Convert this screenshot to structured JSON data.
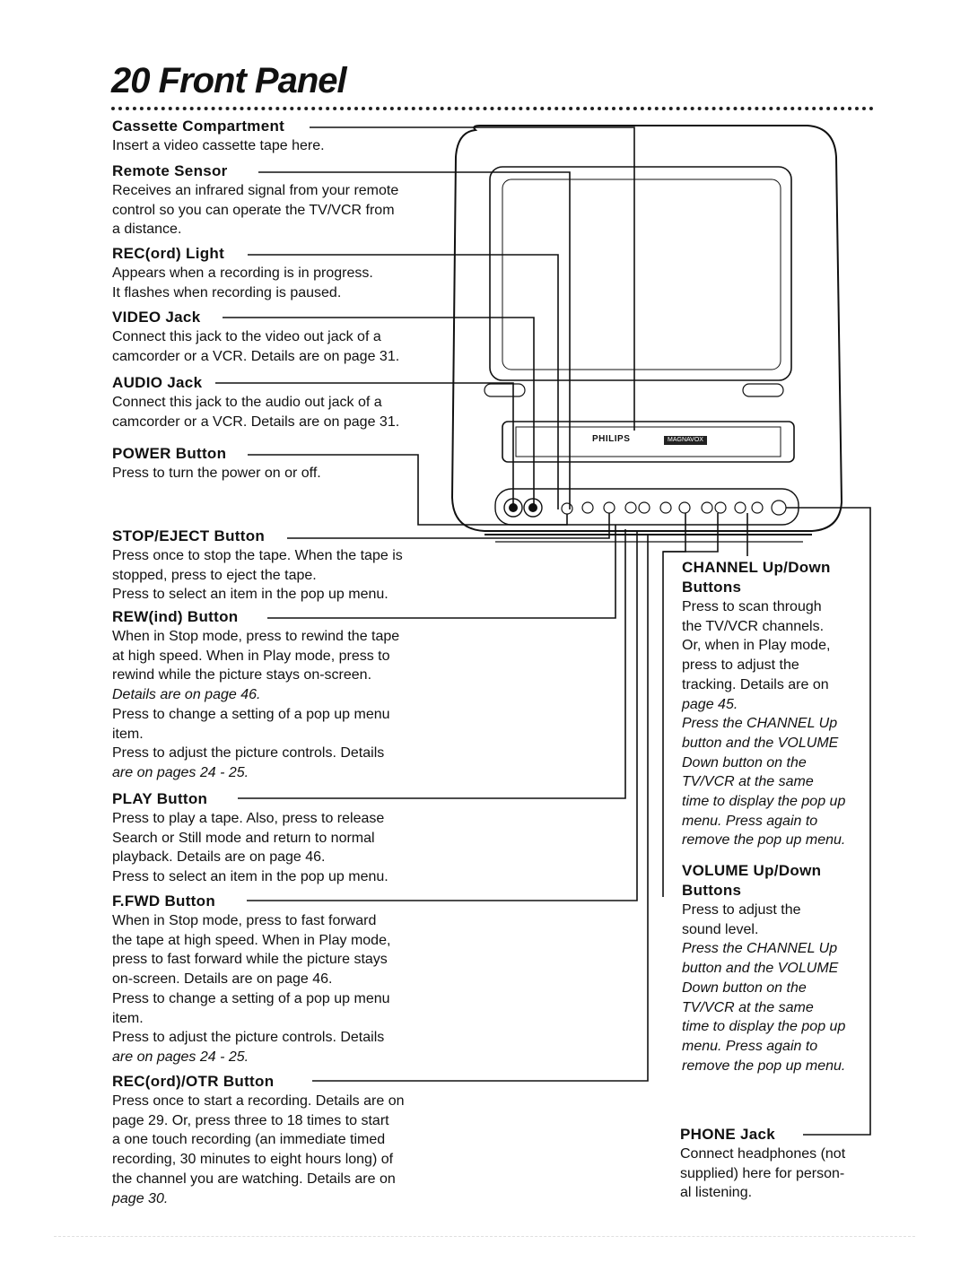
{
  "page": {
    "number": "20",
    "title": "Front Panel"
  },
  "tv": {
    "brand": "PHILIPS",
    "brand2": "MAGNAVOX"
  },
  "left_items": [
    {
      "heading": "Cassette Compartment",
      "lines": [
        "Insert a video cassette tape here."
      ]
    },
    {
      "heading": "Remote Sensor",
      "lines": [
        "Receives an infrared signal from your remote",
        "control so you can operate the TV/VCR from",
        "a distance."
      ]
    },
    {
      "heading": "REC(ord) Light",
      "lines": [
        "Appears when a recording is in progress.",
        "It flashes when recording is paused."
      ]
    },
    {
      "heading": "VIDEO Jack",
      "lines": [
        "Connect this jack to the video out jack of a",
        "camcorder or a VCR. Details are on page 31."
      ]
    },
    {
      "heading": "AUDIO Jack",
      "lines": [
        "Connect this jack to the audio out jack of a",
        "camcorder or a VCR. Details are on page 31."
      ]
    },
    {
      "heading": "POWER Button",
      "lines": [
        "Press to turn the power on or off."
      ]
    },
    {
      "heading": "STOP/EJECT Button",
      "lines": [
        "Press once to stop the tape. When the tape is",
        "stopped, press to eject the tape.",
        "Press to select an item in the pop up menu."
      ]
    },
    {
      "heading": "REW(ind) Button",
      "lines": [
        "When in Stop mode, press to rewind the tape",
        "at high speed. When in Play mode, press to",
        "rewind while the picture stays on-screen.",
        "Details are on page 46.",
        "Press to change a setting of a pop up menu",
        "item.",
        "Press to adjust the picture controls. Details",
        "are on pages 24 - 25."
      ]
    },
    {
      "heading": "PLAY Button",
      "lines": [
        "Press to play a tape. Also, press to release",
        "Search or Still mode and return to normal",
        "playback. Details are on page 46.",
        "Press to select an item in the pop up menu."
      ]
    },
    {
      "heading": "F.FWD Button",
      "lines": [
        "When in Stop mode, press to fast forward",
        "the tape at high speed. When in Play mode,",
        "press to fast forward while the picture stays",
        "on-screen. Details are on page 46.",
        "Press to change a setting of a pop up menu",
        "item.",
        "Press to adjust the picture controls. Details",
        "are on pages 24 - 25."
      ]
    },
    {
      "heading": "REC(ord)/OTR Button",
      "lines": [
        "Press once to start a recording. Details are on",
        "page 29. Or, press three to 18 times to start",
        "a one touch recording (an immediate timed",
        "recording, 30 minutes to eight hours long) of",
        "the channel you are watching. Details are on",
        "page 30."
      ]
    }
  ],
  "right_items": [
    {
      "heading": "CHANNEL Up/Down",
      "heading2": "Buttons",
      "lines": [
        "Press to scan through",
        "the TV/VCR channels.",
        "Or, when in Play mode,",
        "press to adjust the",
        "tracking. Details are on",
        "page 45.",
        "Press the CHANNEL Up",
        "button and the VOLUME",
        "Down button on the",
        "TV/VCR at the same",
        "time to display the pop up",
        "menu. Press again to",
        "remove the pop up menu."
      ]
    },
    {
      "heading": "VOLUME Up/Down",
      "heading2": "Buttons",
      "lines": [
        "Press to adjust the",
        "sound level.",
        "Press the CHANNEL Up",
        "button and the VOLUME",
        "Down button on the",
        "TV/VCR at the same",
        "time to display the pop up",
        "menu. Press again to",
        "remove the pop up menu."
      ]
    },
    {
      "heading": "PHONE Jack",
      "heading2": "",
      "lines": [
        "Connect headphones (not",
        "supplied) here for person-",
        "al listening."
      ]
    }
  ]
}
